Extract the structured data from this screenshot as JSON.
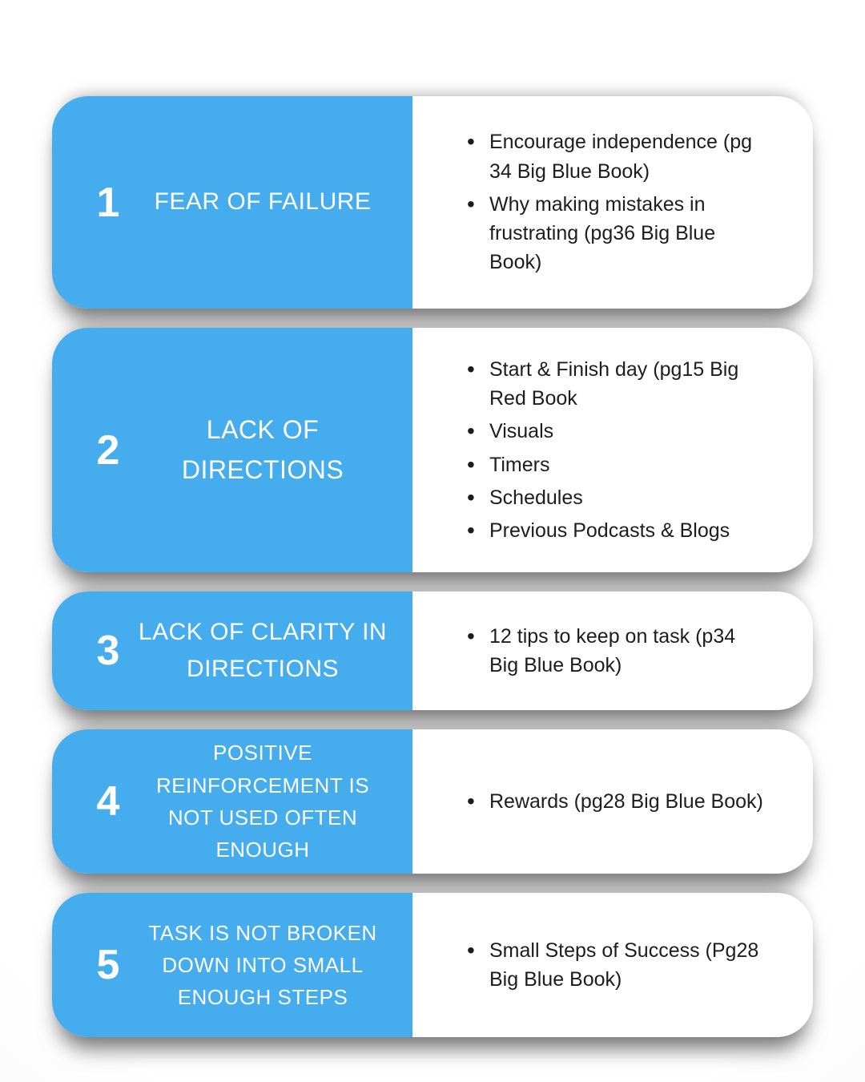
{
  "colors": {
    "accent": "#45ADEE",
    "card_bg": "#FFFFFF",
    "title_text": "#FFFFFF",
    "number_text": "#FFFFFF",
    "bullet_text": "#1D1D1D"
  },
  "rows": [
    {
      "number": "1",
      "title": "FEAR OF FAILURE",
      "bullets": [
        "Encourage independence (pg 34 Big Blue Book)",
        "Why making mistakes in frustrating (pg36 Big Blue Book)"
      ]
    },
    {
      "number": "2",
      "title": "LACK OF DIRECTIONS",
      "bullets": [
        "Start & Finish day (pg15 Big Red Book",
        "Visuals",
        "Timers",
        "Schedules",
        "Previous Podcasts & Blogs"
      ]
    },
    {
      "number": "3",
      "title": "LACK OF CLARITY IN DIRECTIONS",
      "bullets": [
        "12 tips to keep on task (p34 Big Blue Book)"
      ]
    },
    {
      "number": "4",
      "title": "POSITIVE REINFORCEMENT IS NOT USED OFTEN ENOUGH",
      "bullets": [
        "Rewards (pg28 Big Blue Book)"
      ]
    },
    {
      "number": "5",
      "title": "TASK IS NOT BROKEN DOWN INTO SMALL ENOUGH STEPS",
      "bullets": [
        "Small Steps of Success (Pg28 Big Blue Book)"
      ]
    }
  ]
}
